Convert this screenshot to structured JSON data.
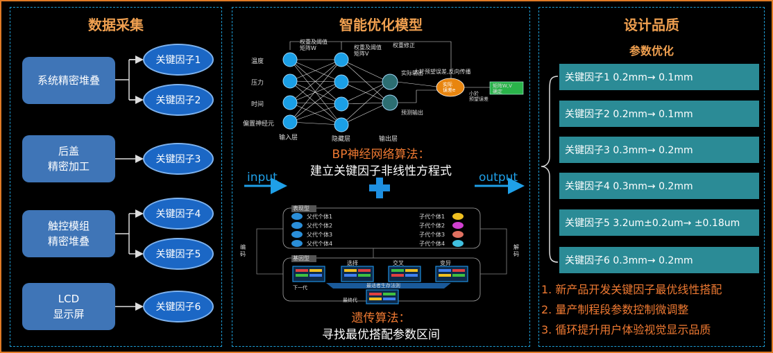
{
  "left": {
    "title": "数据采集",
    "modules": [
      {
        "label": "系统精密堆叠"
      },
      {
        "label": "后盖\n精密加工"
      },
      {
        "label": "触控模组\n精密堆叠"
      },
      {
        "label": "LCD\n显示屏"
      }
    ],
    "factors": [
      "关键因子1",
      "关键因子2",
      "关键因子3",
      "关键因子4",
      "关键因子5",
      "关键因子6"
    ]
  },
  "middle": {
    "title": "智能优化模型",
    "input_label": "input",
    "output_label": "output",
    "bp_title": "BP神经网络算法：",
    "bp_subtitle": "建立关键因子非线性方程式",
    "ga_title": "遗传算法：",
    "ga_subtitle": "寻找最优搭配参数区间",
    "nn_labels": {
      "inputs": [
        "温度",
        "压力",
        "时间",
        "偏置神经元"
      ],
      "input_layer": "输入层",
      "hidden_layer": "隐藏层",
      "output_layer": "输出层",
      "weight1": "权重及阈值\n矩阵W",
      "weight2": "权重及阈值\n矩阵V",
      "correction": "权重修正",
      "actual_out": "实际输出",
      "pred_out": "预测输出",
      "err_big": "大於预望误差,反向传播",
      "err_small": "小於\n预望误差",
      "actual_err": "实际\n误差e",
      "matrix_out": "矩阵W,V\n确定"
    },
    "ga_labels": {
      "population": "表现型",
      "parents": [
        "父代个体1",
        "父代个体2",
        "父代个体3",
        "父代个体4"
      ],
      "children": [
        "子代个体1",
        "子代个体2",
        "子代个体3",
        "子代个体4"
      ],
      "genotype": "基因型",
      "ops": [
        "选择",
        "交叉",
        "变异"
      ],
      "next_gen": "下一代",
      "rule": "最适者生存法则",
      "final": "最终代",
      "encode": "编\n码",
      "decode": "解\n码"
    }
  },
  "right": {
    "title": "设计品质",
    "subtitle": "参数优化",
    "items": [
      "关键因子1  0.2mm→ 0.1mm",
      "关键因子2  0.2mm→ 0.1mm",
      "关键因子3  0.3mm→ 0.2mm",
      "关键因子4  0.3mm→ 0.2mm",
      "关键因子5  3.2um±0.2um→ ±0.18um",
      "关键因子6   0.3mm→ 0.2mm"
    ],
    "notes": [
      "1. 新产品开发关键因子最优线性搭配",
      "2. 量产制程段参数控制微调整",
      "3. 循环提升用户体验视觉显示品质"
    ]
  },
  "colors": {
    "frame": "#e07a25",
    "panel_border": "#1e9fd8",
    "module": "#3f75b7",
    "factor_oval": "#1b67c5",
    "result_box": "#2b8b96",
    "accent_text": "#f07a32"
  }
}
